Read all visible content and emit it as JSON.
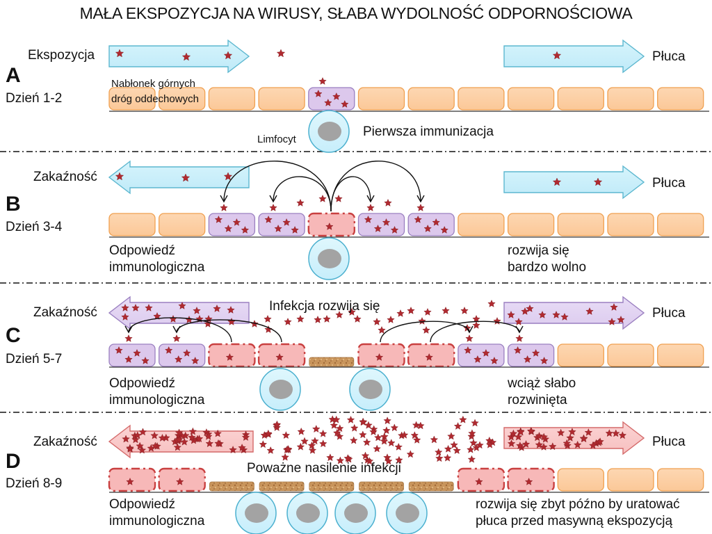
{
  "title": "MAŁA EKSPOZYCJA NA WIRUSY, SŁABA WYDOLNOŚĆ ODPORNOŚCIOWA",
  "colors": {
    "healthy_cell_fill": "#fbc898",
    "healthy_cell_stroke": "#f0a050",
    "infected_cell_fill": "#dcc8ec",
    "infected_cell_stroke": "#9a7fc0",
    "dying_cell_fill": "#f7b8b8",
    "dying_cell_stroke": "#c94040",
    "dead_cell_fill": "#c9955c",
    "arrow_blue_fill": "#bfeaf8",
    "arrow_blue_stroke": "#5cb7cf",
    "arrow_purple_fill": "#dccbee",
    "arrow_purple_stroke": "#9a7fc0",
    "arrow_red_fill": "#f7c0c0",
    "arrow_red_stroke": "#d46a6a",
    "virus_star": "#b02a30",
    "lymphocyte_fill": "#c7eefb",
    "lymphocyte_stroke": "#4bb0cf",
    "nucleus": "#a3a3a3",
    "separator": "#111111"
  },
  "panels": [
    {
      "id": "A",
      "letter": "A",
      "day": "Dzień 1-2",
      "left_arrow_label": "Ekspozycja",
      "left_arrow_direction": "right",
      "left_arrow_style": "blue",
      "right_arrow_label": "Płuca",
      "right_arrow_style": "blue",
      "epithelium_label_1": "Nabłonek górnych",
      "epithelium_label_2": "dróg  oddechowych",
      "cells": [
        "healthy",
        "healthy",
        "healthy",
        "healthy",
        "infected",
        "healthy",
        "healthy",
        "healthy",
        "healthy",
        "healthy",
        "healthy",
        "healthy"
      ],
      "lymphocyte_label": "Limfocyt",
      "note": "Pierwsza immunizacja",
      "lymphocyte_count": 1
    },
    {
      "id": "B",
      "letter": "B",
      "day": "Dzień 3-4",
      "left_arrow_label": "Zakaźność",
      "left_arrow_direction": "left",
      "left_arrow_style": "blue",
      "right_arrow_label": "Płuca",
      "right_arrow_style": "blue",
      "cells": [
        "healthy",
        "healthy",
        "infected",
        "infected",
        "dying",
        "infected",
        "infected",
        "healthy",
        "healthy",
        "healthy",
        "healthy",
        "healthy"
      ],
      "note_left_1": "Odpowiedź",
      "note_left_2": "immunologiczna",
      "note_right_1": "rozwija się",
      "note_right_2": "bardzo wolno",
      "lymphocyte_count": 1
    },
    {
      "id": "C",
      "letter": "C",
      "day": "Dzień 5-7",
      "left_arrow_label": "Zakaźność",
      "left_arrow_direction": "left",
      "left_arrow_style": "purple",
      "right_arrow_label": "Płuca",
      "right_arrow_style": "purple",
      "center_label": "Infekcja rozwija się",
      "cells": [
        "infected",
        "infected",
        "dying",
        "dying",
        "dead",
        "dying",
        "dying",
        "infected",
        "infected",
        "healthy",
        "healthy",
        "healthy"
      ],
      "note_left_1": "Odpowiedź",
      "note_left_2": "immunologiczna",
      "note_right_1": "wciąż słabo",
      "note_right_2": "rozwinięta",
      "lymphocyte_count": 2
    },
    {
      "id": "D",
      "letter": "D",
      "day": "Dzień 8-9",
      "left_arrow_label": "Zakaźność",
      "left_arrow_direction": "left",
      "left_arrow_style": "red",
      "right_arrow_label": "Płuca",
      "right_arrow_style": "red",
      "center_label": "Poważne nasilenie infekcji",
      "cells": [
        "dying",
        "dying",
        "dead",
        "dead",
        "dead",
        "dead",
        "dead",
        "dying",
        "dying",
        "healthy",
        "healthy",
        "healthy"
      ],
      "note_left_1": "Odpowiedź",
      "note_left_2": "immunologiczna",
      "note_right_1": "rozwija się zbyt późno by uratować",
      "note_right_2": "płuca przed masywną ekspozycją",
      "lymphocyte_count": 4
    }
  ],
  "icons": {
    "virus": "virus-star-icon",
    "lymphocyte": "lymphocyte-cell-icon"
  }
}
